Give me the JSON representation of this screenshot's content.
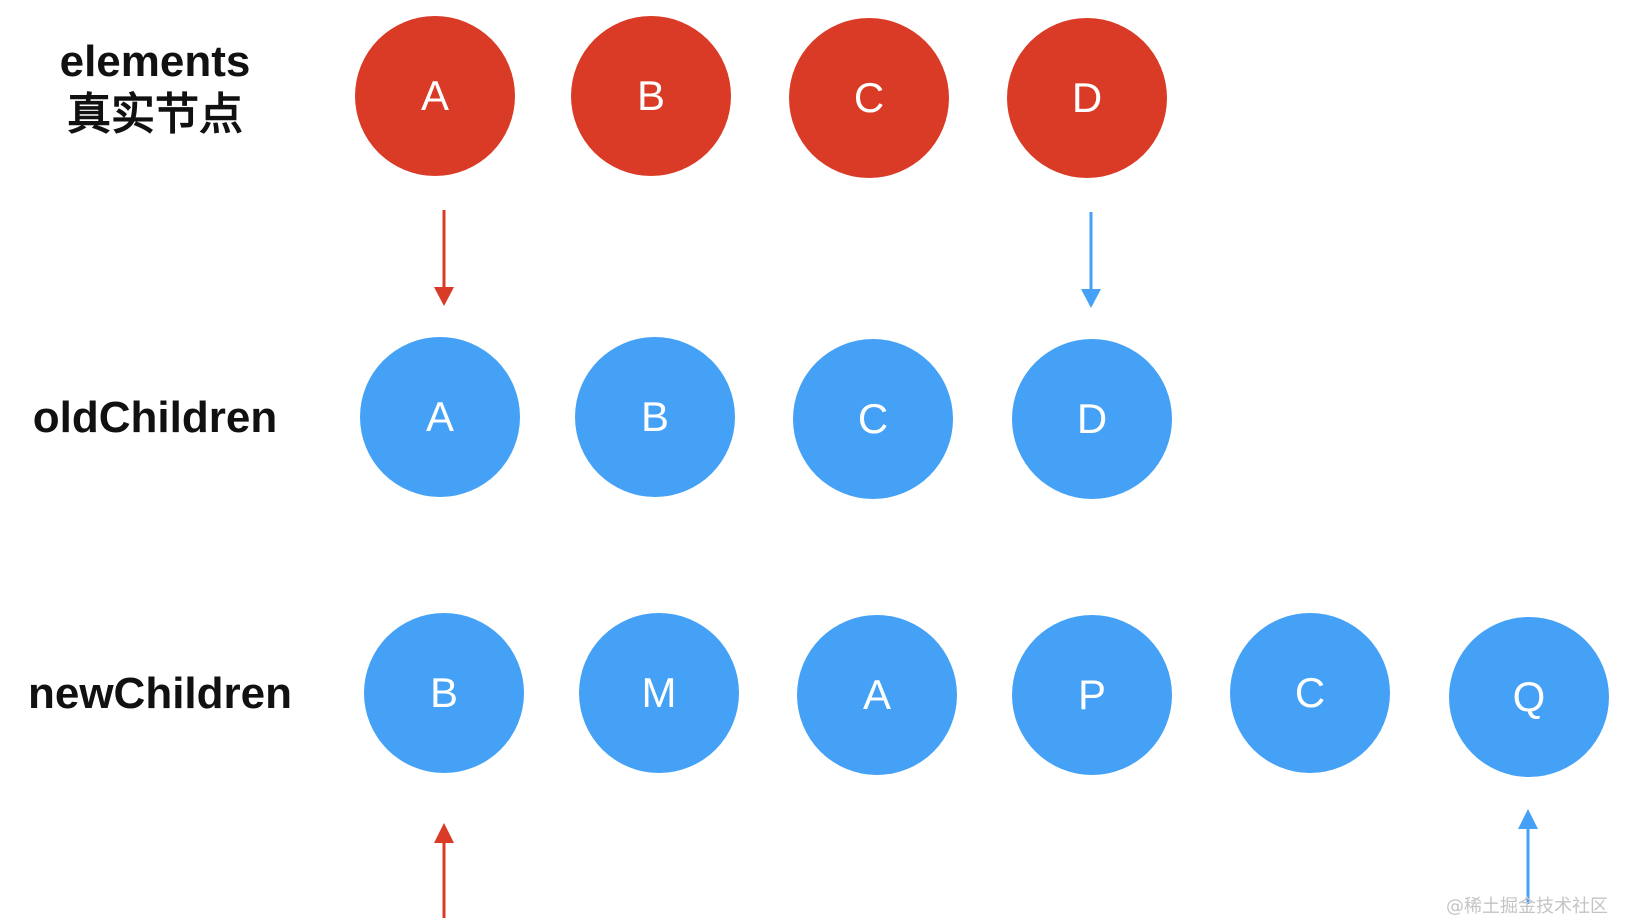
{
  "labels": {
    "elements_line1": "elements",
    "elements_line2": "真实节点",
    "old_children": "oldChildren",
    "new_children": "newChildren"
  },
  "rows": {
    "elements": [
      "A",
      "B",
      "C",
      "D"
    ],
    "old_children": [
      "A",
      "B",
      "C",
      "D"
    ],
    "new_children": [
      "B",
      "M",
      "A",
      "P",
      "C",
      "Q"
    ]
  },
  "colors": {
    "elements_node": "#d93b26",
    "children_node": "#44a1f5",
    "arrow_red": "#d93b26",
    "arrow_blue": "#44a1f5",
    "label_text": "#111111"
  },
  "watermark": "@稀土掘金技术社区"
}
